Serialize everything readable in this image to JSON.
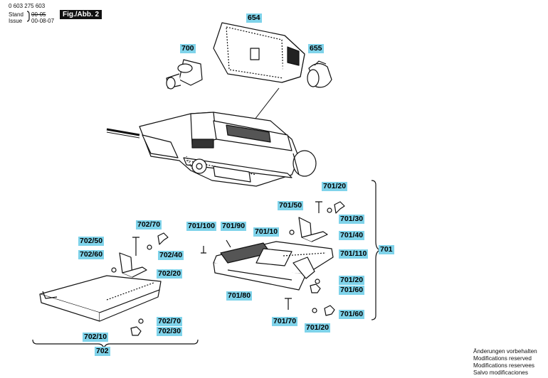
{
  "header": {
    "part_number": "0 603 275 603",
    "stand_label": "Stand",
    "issue_label": "Issue",
    "old_date": "00-05",
    "new_date": "00-08-07",
    "figure": "Fig./Abb. 2"
  },
  "labels": {
    "p654": "654",
    "p700": "700",
    "p655": "655",
    "p701_20a": "701/20",
    "p701_50": "701/50",
    "p701_30": "701/30",
    "p701_100": "701/100",
    "p701_90": "701/90",
    "p701_10": "701/10",
    "p701_40": "701/40",
    "p701": "701",
    "p701_110": "701/110",
    "p701_80": "701/80",
    "p701_20b": "701/20",
    "p701_60a": "701/60",
    "p701_70": "701/70",
    "p701_60b": "701/60",
    "p701_20c": "701/20",
    "p702_70a": "702/70",
    "p702_50": "702/50",
    "p702_40": "702/40",
    "p702_60": "702/60",
    "p702_20": "702/20",
    "p702_70b": "702/70",
    "p702_30": "702/30",
    "p702_10": "702/10",
    "p702": "702"
  },
  "notes": {
    "de": "Änderungen vorbehalten",
    "en": "Modifications reserved",
    "fr": "Modifications reservees",
    "es": "Salvo modificaciones"
  }
}
